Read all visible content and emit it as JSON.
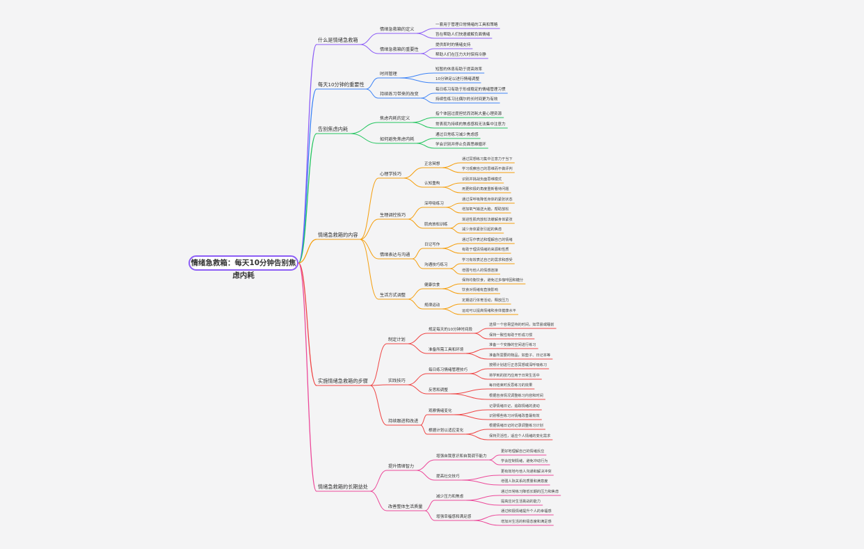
{
  "diagram": {
    "root": "情绪急救箱：每天10分钟告别焦虑内耗",
    "branches": [
      {
        "label": "什么是情绪急救箱",
        "color": "#8b5cf6",
        "children": [
          {
            "label": "情绪急救箱的定义",
            "children": [
              {
                "label": "一套用于管理日常情绪的工具和策略"
              },
              {
                "label": "旨在帮助人们快速缓解负面情绪"
              }
            ]
          },
          {
            "label": "情绪急救箱的重要性",
            "children": [
              {
                "label": "提供即时的情绪支持"
              },
              {
                "label": "帮助人们在压力大时保持冷静"
              }
            ]
          }
        ]
      },
      {
        "label": "每天10分钟的重要性",
        "color": "#3b82f6",
        "children": [
          {
            "label": "时间管理",
            "children": [
              {
                "label": "短暂的休息有助于提高效率"
              },
              {
                "label": "10分钟足以进行情绪调整"
              }
            ]
          },
          {
            "label": "持续练习带来的改变",
            "children": [
              {
                "label": "每日练习有助于形成稳定的情绪管理习惯"
              },
              {
                "label": "持续性练习比偶尔的长时间更为有效"
              }
            ]
          }
        ]
      },
      {
        "label": "告别焦虑内耗",
        "color": "#22c55e",
        "children": [
          {
            "label": "焦虑内耗的定义",
            "children": [
              {
                "label": "指个体因过度担忧而消耗大量心理资源"
              },
              {
                "label": "常表现为持续的焦虑感和无法集中注意力"
              }
            ]
          },
          {
            "label": "如何避免焦虑内耗",
            "children": [
              {
                "label": "通过日常练习减少焦虑感"
              },
              {
                "label": "学会识别并停止负面思维循环"
              }
            ]
          }
        ]
      },
      {
        "label": "情绪急救箱的内容",
        "color": "#f59e0b",
        "children": [
          {
            "label": "心理学技巧",
            "children": [
              {
                "label": "正念冥想",
                "children": [
                  {
                    "label": "通过冥想练习集中注意力于当下"
                  },
                  {
                    "label": "学习观察自己的思维而不做评判"
                  }
                ]
              },
              {
                "label": "认知重构",
                "children": [
                  {
                    "label": "识别并挑战负面思维模式"
                  },
                  {
                    "label": "用更积极的角度重新看待问题"
                  }
                ]
              }
            ]
          },
          {
            "label": "生理调控技巧",
            "children": [
              {
                "label": "深呼吸练习",
                "children": [
                  {
                    "label": "通过深呼吸降低身体的紧张状态"
                  },
                  {
                    "label": "增加氧气输送大脑，帮助放松"
                  }
                ]
              },
              {
                "label": "肌肉放松训练",
                "children": [
                  {
                    "label": "渐进性肌肉放松法缓解身体紧张"
                  },
                  {
                    "label": "减少身体紧张引起的焦虑"
                  }
                ]
              }
            ]
          },
          {
            "label": "情绪表达与沟通",
            "children": [
              {
                "label": "日记写作",
                "children": [
                  {
                    "label": "通过写作表达和理解自己的情绪"
                  },
                  {
                    "label": "有助于理清情绪的来源和性质"
                  }
                ]
              },
              {
                "label": "沟通技巧练习",
                "children": [
                  {
                    "label": "学习有效表达自己的需求和感受"
                  },
                  {
                    "label": "增强与他人的情感连接"
                  }
                ]
              }
            ]
          },
          {
            "label": "生活方式调整",
            "children": [
              {
                "label": "健康饮食",
                "children": [
                  {
                    "label": "保持均衡饮食，避免过多咖啡因和糖分"
                  },
                  {
                    "label": "饮食对情绪有直接影响"
                  }
                ]
              },
              {
                "label": "规律运动",
                "children": [
                  {
                    "label": "定期进行体育活动，释放压力"
                  },
                  {
                    "label": "运动可以提高情绪和身体健康水平"
                  }
                ]
              }
            ]
          }
        ]
      },
      {
        "label": "实施情绪急救箱的步骤",
        "color": "#ef4444",
        "children": [
          {
            "label": "制定计划",
            "children": [
              {
                "label": "规定每天的10分钟时间段",
                "children": [
                  {
                    "label": "选择一个容易坚持的时间，如早晨或睡前"
                  },
                  {
                    "label": "保持一致性有助于形成习惯"
                  }
                ]
              },
              {
                "label": "准备所需工具和环境",
                "children": [
                  {
                    "label": "准备一个安静的空间进行练习"
                  },
                  {
                    "label": "准备所需要的物品，如垫子、日记本等"
                  }
                ]
              }
            ]
          },
          {
            "label": "实践技巧",
            "children": [
              {
                "label": "每日练习情绪管理技巧",
                "children": [
                  {
                    "label": "按照计划进行正念冥想或深呼吸练习"
                  },
                  {
                    "label": "将学到的技巧应用于日常生活中"
                  }
                ]
              },
              {
                "label": "反思和调整",
                "children": [
                  {
                    "label": "每日结束时反思练习的效果"
                  },
                  {
                    "label": "根据自身情况调整练习内容和时间"
                  }
                ]
              }
            ]
          },
          {
            "label": "持续跟进和改进",
            "children": [
              {
                "label": "观察情绪变化",
                "children": [
                  {
                    "label": "记录情绪日记，追踪情绪的波动"
                  },
                  {
                    "label": "识别哪些练习对情绪改善最有效"
                  }
                ]
              },
              {
                "label": "根据计划以适应变化",
                "children": [
                  {
                    "label": "根据情绪日记的记录调整练习计划"
                  },
                  {
                    "label": "保持灵活性，适应个人情绪的变化需求"
                  }
                ]
              }
            ]
          }
        ]
      },
      {
        "label": "情绪急救箱的长期益处",
        "color": "#ec4899",
        "children": [
          {
            "label": "提升情绪智力",
            "children": [
              {
                "label": "增强自我意识和自我调节能力",
                "children": [
                  {
                    "label": "更好地理解自己的情绪反应"
                  },
                  {
                    "label": "学会控制情绪，避免冲动行为"
                  }
                ]
              },
              {
                "label": "提高社交技巧",
                "children": [
                  {
                    "label": "更有效地与他人沟通和解决冲突"
                  },
                  {
                    "label": "增强人际关系的质量和满意度"
                  }
                ]
              }
            ]
          },
          {
            "label": "改善整体生活质量",
            "children": [
              {
                "label": "减少压力和焦虑",
                "children": [
                  {
                    "label": "通过日常练习降低长期的压力和焦虑"
                  },
                  {
                    "label": "提高应对生活挑战的能力"
                  }
                ]
              },
              {
                "label": "增强幸福感和满足感",
                "children": [
                  {
                    "label": "通过积极情绪提升个人的幸福感"
                  },
                  {
                    "label": "增加对生活的积极态度和满足感"
                  }
                ]
              }
            ]
          }
        ]
      }
    ]
  }
}
